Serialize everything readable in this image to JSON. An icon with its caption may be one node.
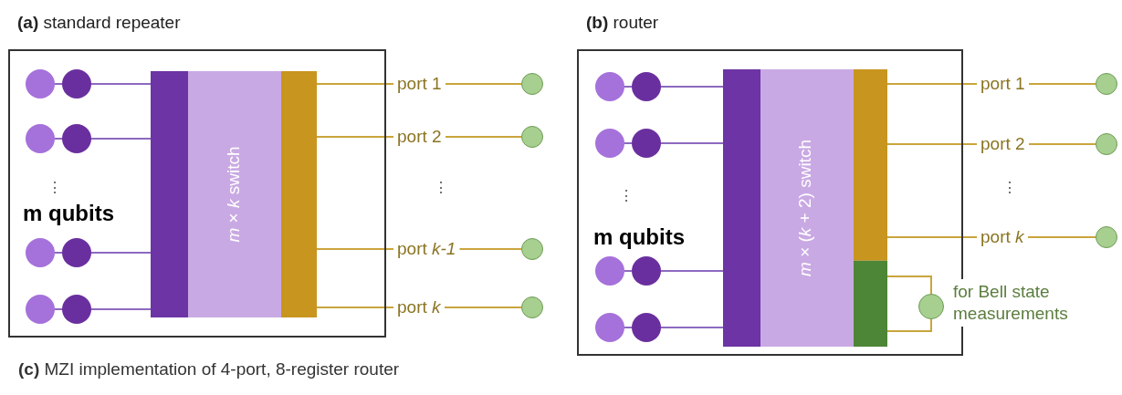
{
  "diagram": {
    "nodes": [
      {
        "text": [
          "**(a)** standard repeater"
        ]
      },
      {
        "text": [],
        "shape": "circle",
        "in": 0
      },
      {
        "text": [],
        "shape": "circle",
        "in": 0
      },
      {
        "text": [],
        "shape": "circle",
        "in": 0
      },
      {
        "text": [],
        "shape": "circle",
        "in": 0
      },
      {
        "text": [],
        "shape": "circle",
        "in": 0
      },
      {
        "text": [],
        "shape": "circle",
        "in": 0
      },
      {
        "text": [],
        "shape": "circle",
        "in": 0
      },
      {
        "text": [],
        "shape": "circle",
        "in": 0
      },
      {
        "text": [
          "*m* × *k* switch"
        ],
        "in": 0
      },
      {
        "text": [
          "port 1"
        ]
      },
      {
        "text": [
          "port 2"
        ]
      },
      {
        "text": [
          "port *k-1*"
        ]
      },
      {
        "text": [
          "port *k*"
        ]
      },
      {
        "text": [],
        "shape": "circle"
      },
      {
        "text": [],
        "shape": "circle"
      },
      {
        "text": [],
        "shape": "circle"
      },
      {
        "text": [],
        "shape": "circle"
      },
      {
        "text": [
          "**(b)** router"
        ]
      },
      {
        "text": [],
        "shape": "circle",
        "in": 18
      },
      {
        "text": [],
        "shape": "circle",
        "in": 18
      },
      {
        "text": [],
        "shape": "circle",
        "in": 18
      },
      {
        "text": [],
        "shape": "circle",
        "in": 18
      },
      {
        "text": [],
        "shape": "circle",
        "in": 18
      },
      {
        "text": [],
        "shape": "circle",
        "in": 18
      },
      {
        "text": [],
        "shape": "circle",
        "in": 18
      },
      {
        "text": [],
        "shape": "circle",
        "in": 18
      },
      {
        "text": [
          "*m* × (*k* + 2) switch"
        ],
        "in": 18
      },
      {
        "text": [
          "port 1"
        ]
      },
      {
        "text": [
          "port 2"
        ]
      },
      {
        "text": [
          "port *k*"
        ]
      },
      {
        "text": [],
        "shape": "circle"
      },
      {
        "text": [],
        "shape": "circle"
      },
      {
        "text": [],
        "shape": "circle"
      },
      {
        "text": [],
        "shape": "circle",
        "in": 18,
        "beside": [
          "for Bell state measurements"
        ]
      }
    ],
    "edges": [
      {
        "from": 1,
        "to": 2,
        "arrow": "none"
      },
      {
        "from": 2,
        "to": 9,
        "arrow": "none"
      },
      {
        "from": 3,
        "to": 4,
        "arrow": "none"
      },
      {
        "from": 4,
        "to": 9,
        "arrow": "none"
      },
      {
        "from": 5,
        "to": 6,
        "arrow": "none"
      },
      {
        "from": 6,
        "to": 9,
        "arrow": "none"
      },
      {
        "from": 7,
        "to": 8,
        "arrow": "none"
      },
      {
        "from": 8,
        "to": 9,
        "arrow": "none"
      },
      {
        "from": 9,
        "to": 10,
        "arrow": "none",
        "color": "#c9a53c"
      },
      {
        "from": 10,
        "to": 14,
        "arrow": "none",
        "color": "#c9a53c"
      },
      {
        "from": 9,
        "to": 11,
        "arrow": "none",
        "color": "#c9a53c"
      },
      {
        "from": 11,
        "to": 15,
        "arrow": "none",
        "color": "#c9a53c"
      },
      {
        "from": 9,
        "to": 12,
        "arrow": "none",
        "color": "#c9a53c"
      },
      {
        "from": 12,
        "to": 16,
        "arrow": "none",
        "color": "#c9a53c"
      },
      {
        "from": 9,
        "to": 13,
        "arrow": "none",
        "color": "#c9a53c"
      },
      {
        "from": 13,
        "to": 17,
        "arrow": "none",
        "color": "#c9a53c"
      },
      {
        "from": 19,
        "to": 20,
        "arrow": "none"
      },
      {
        "from": 20,
        "to": 27,
        "arrow": "none"
      },
      {
        "from": 21,
        "to": 22,
        "arrow": "none"
      },
      {
        "from": 22,
        "to": 27,
        "arrow": "none"
      },
      {
        "from": 23,
        "to": 24,
        "arrow": "none"
      },
      {
        "from": 24,
        "to": 27,
        "arrow": "none"
      },
      {
        "from": 25,
        "to": 26,
        "arrow": "none"
      },
      {
        "from": 26,
        "to": 27,
        "arrow": "none"
      },
      {
        "from": 27,
        "to": 28,
        "arrow": "none",
        "color": "#c9a53c"
      },
      {
        "from": 28,
        "to": 31,
        "arrow": "none",
        "color": "#c9a53c"
      },
      {
        "from": 27,
        "to": 29,
        "arrow": "none",
        "color": "#c9a53c"
      },
      {
        "from": 29,
        "to": 32,
        "arrow": "none",
        "color": "#c9a53c"
      },
      {
        "from": 27,
        "to": 30,
        "arrow": "none",
        "color": "#c9a53c"
      },
      {
        "from": 30,
        "to": 33,
        "arrow": "none",
        "color": "#c9a53c"
      },
      {
        "from": 27,
        "to": 34,
        "arrow": "none",
        "color": "#c9a53c"
      },
      {
        "from": 27,
        "to": 34,
        "arrow": "none",
        "color": "#c9a53c"
      }
    ],
    "labels": [
      "⋮",
      "m qubits",
      "⋮",
      "⋮",
      "m qubits",
      "⋮",
      "**(c)** MZI implementation of 4-port, 8-register router"
    ]
  }
}
